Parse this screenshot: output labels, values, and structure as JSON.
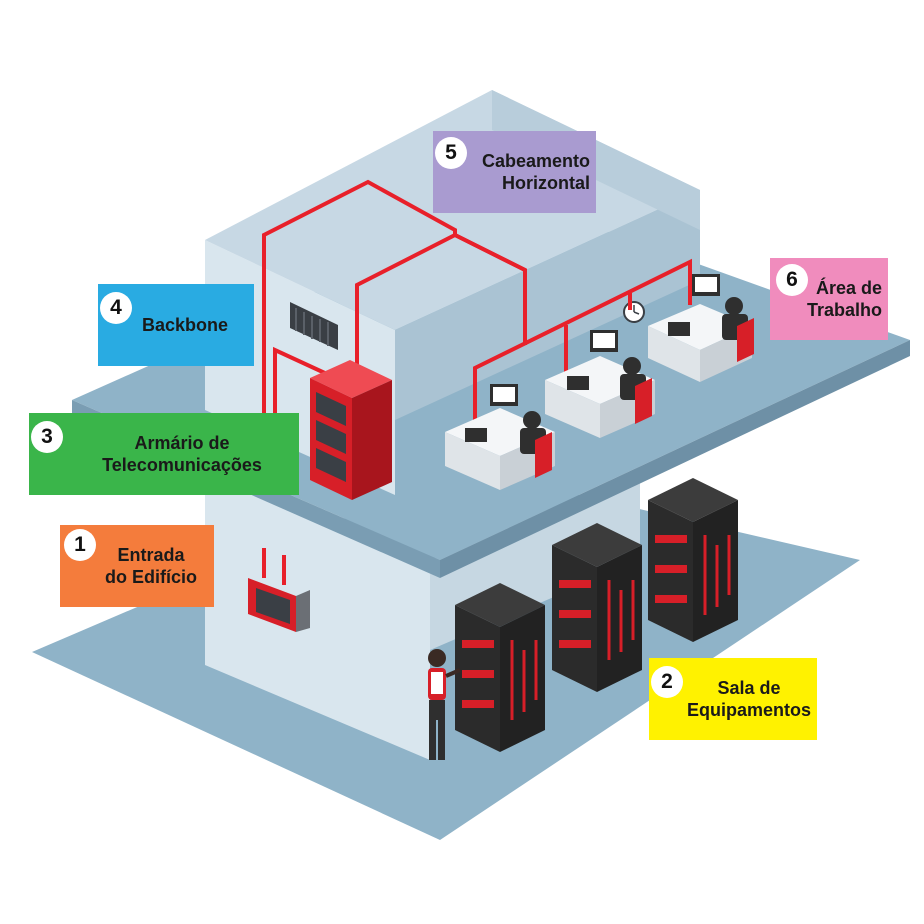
{
  "labels": [
    {
      "number": "1",
      "text_line1": "Entrada",
      "text_line2": "do Edifício",
      "color": "#f47c3c"
    },
    {
      "number": "2",
      "text_line1": "Sala de",
      "text_line2": "Equipamentos",
      "color": "#fff200"
    },
    {
      "number": "3",
      "text_line1": "Armário de",
      "text_line2": "Telecomunicações",
      "color": "#3ab54a"
    },
    {
      "number": "4",
      "text_line1": "Backbone",
      "text_line2": "",
      "color": "#29abe2"
    },
    {
      "number": "5",
      "text_line1": "Cabeamento",
      "text_line2": "Horizontal",
      "color": "#a99bd0"
    },
    {
      "number": "6",
      "text_line1": "Área de",
      "text_line2": "Trabalho",
      "color": "#f08cbd"
    }
  ],
  "colors": {
    "cable": "#e8202a",
    "rack_red": "#d71f28",
    "rack_dark": "#2f2f2f",
    "floor": "#8fb3c8",
    "wall_light": "#d9e6ee",
    "wall_mid": "#bfd2de",
    "wall_dark": "#a7bfcf"
  }
}
